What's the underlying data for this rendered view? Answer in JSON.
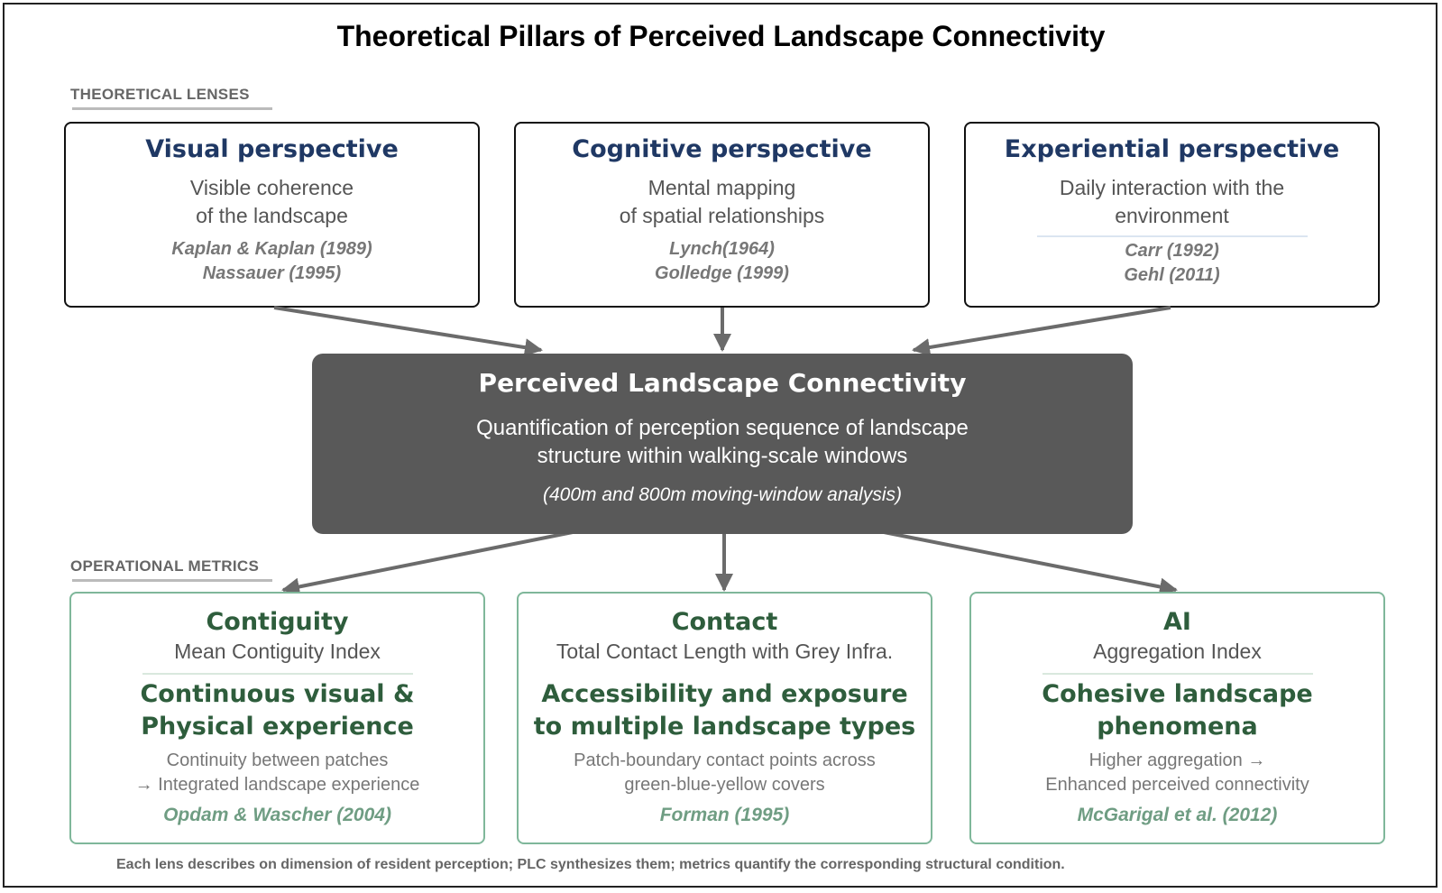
{
  "title": "Theoretical Pillars of Perceived Landscape Connectivity",
  "lenses_label": "THEORETICAL LENSES",
  "metrics_label": "OPERATIONAL METRICS",
  "lenses": [
    {
      "heading": "Visual perspective",
      "desc_lines": [
        "Visible coherence",
        "of the landscape"
      ],
      "refs": [
        "Kaplan & Kaplan (1989)",
        "Nassauer (1995)"
      ]
    },
    {
      "heading": "Cognitive perspective",
      "desc_lines": [
        "Mental mapping",
        "of spatial relationships"
      ],
      "refs": [
        "Lynch(1964)",
        "Golledge (1999)"
      ]
    },
    {
      "heading": "Experiential perspective",
      "desc_lines": [
        "Daily interaction with the",
        "environment"
      ],
      "refs": [
        "Carr (1992)",
        "Gehl (2011)"
      ]
    }
  ],
  "central": {
    "heading": "Perceived Landscape Connectivity",
    "desc_lines": [
      "Quantification of perception sequence of landscape",
      "structure within walking-scale windows"
    ],
    "note": "(400m and 800m moving-window analysis)"
  },
  "metrics": [
    {
      "heading": "Contiguity",
      "subtitle": "Mean Contiguity Index",
      "tagline": [
        "Continuous visual &",
        "Physical experience"
      ],
      "explain": [
        "Continuity between patches",
        "→ Integrated landscape experience"
      ],
      "ref": "Opdam & Wascher (2004)"
    },
    {
      "heading": "Contact",
      "subtitle": "Total Contact Length with Grey Infra.",
      "tagline": [
        "Accessibility and exposure",
        "to multiple landscape types"
      ],
      "explain": [
        "Patch-boundary contact points across",
        "green-blue-yellow covers"
      ],
      "ref": "Forman (1995)"
    },
    {
      "heading": "AI",
      "subtitle": "Aggregation Index",
      "tagline": [
        "Cohesive landscape",
        "phenomena"
      ],
      "explain": [
        "Higher aggregation →",
        "Enhanced perceived connectivity"
      ],
      "ref": "McGarigal et al. (2012)"
    }
  ],
  "caption": "Each lens describes on dimension of resident perception; PLC synthesizes them; metrics quantify the corresponding structural condition.",
  "colors": {
    "lens_heading": "#1f3864",
    "metric_heading": "#2e5d3c",
    "central_bg": "#595959",
    "arrow": "#6b6b6b",
    "metric_border": "#7fb79a"
  }
}
